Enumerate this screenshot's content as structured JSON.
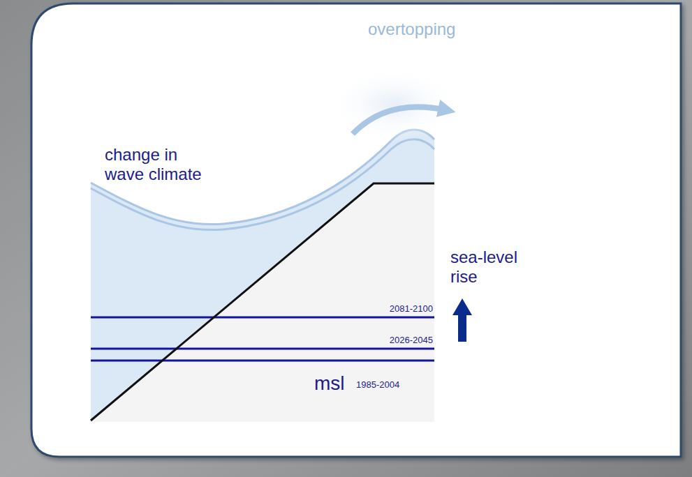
{
  "diagram": {
    "labels": [
      "overtopping",
      "change in wave climate",
      "sea-level rise",
      "2081-2100",
      "2026-2045",
      "msl",
      "1985-2004"
    ]
  }
}
